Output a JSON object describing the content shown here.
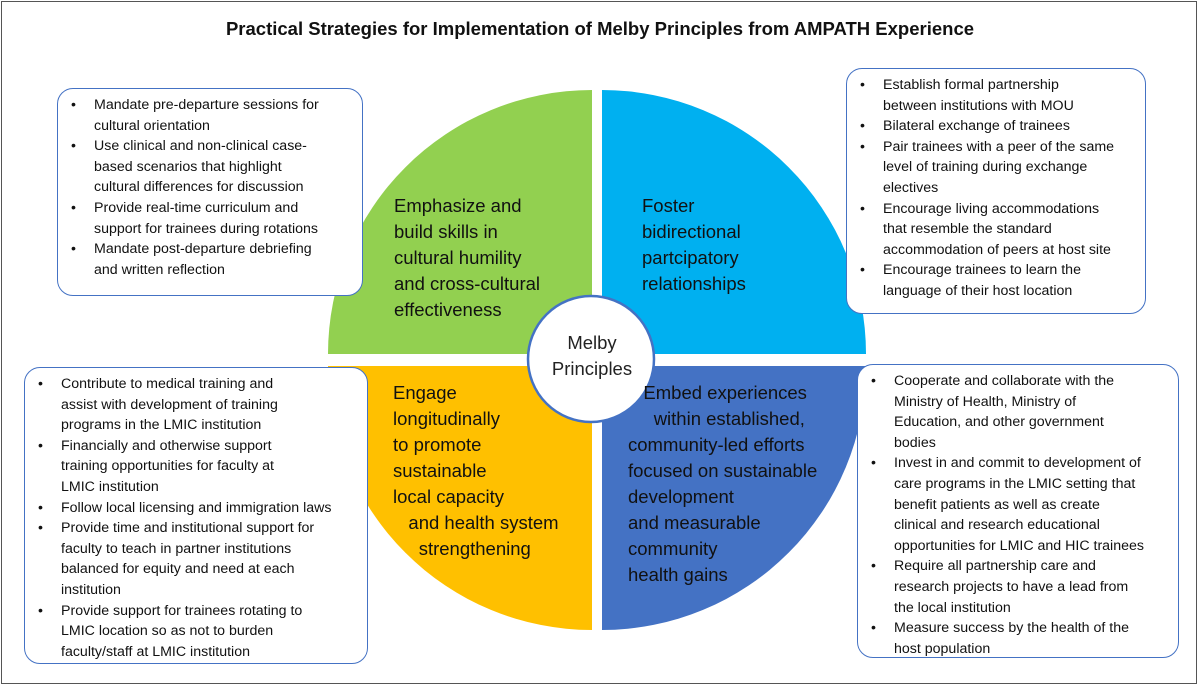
{
  "title": "Practical Strategies for Implementation of Melby Principles from AMPATH Experience",
  "center": "Melby\nPrinciples",
  "colors": {
    "green": "#92d050",
    "blue": "#00b0f0",
    "yellow": "#ffc000",
    "dark_blue": "#4472c4",
    "box_border": "#4472c4"
  },
  "quadrants": {
    "top_left": "Emphasize and\nbuild skills in\ncultural humility\nand cross-cultural\neffectiveness",
    "top_right": "Foster\nbidirectional\npartcipatory\nrelationships",
    "bottom_left": "Engage\nlongitudinally\nto promote\nsustainable\nlocal capacity\n   and health system\n     strengthening",
    "bottom_right": "   Embed experiences\n     within established,\ncommunity-led efforts\nfocused on sustainable\ndevelopment\nand measurable\ncommunity\nhealth gains"
  },
  "boxes": {
    "top_left": [
      "Mandate pre-departure sessions for\ncultural orientation",
      "Use clinical and non-clinical case-\nbased scenarios that highlight\ncultural differences for discussion",
      "Provide real-time curriculum and\nsupport for trainees during rotations",
      "Mandate post-departure debriefing\nand written reflection"
    ],
    "top_right": [
      "Establish formal partnership\nbetween institutions with MOU",
      "Bilateral exchange of trainees",
      "Pair trainees with a peer of the same\nlevel of training during exchange\nelectives",
      "Encourage living accommodations\nthat resemble the standard\naccommodation of peers at host site",
      "Encourage trainees to learn the\nlanguage of their host location"
    ],
    "bottom_left": [
      "Contribute to medical training and\nassist with development of training\nprograms in the LMIC institution",
      "Financially and otherwise support\ntraining opportunities for faculty at\nLMIC institution",
      "Follow local licensing and immigration laws",
      "Provide time and institutional support for\nfaculty to teach in partner institutions\nbalanced for equity and need at each\ninstitution",
      "Provide support for trainees rotating to\nLMIC location so as not to burden\nfaculty/staff at LMIC institution"
    ],
    "bottom_right": [
      "Cooperate and collaborate with the\nMinistry of Health, Ministry of\nEducation, and other government\nbodies",
      "Invest in and commit to development of\ncare programs in the LMIC setting that\nbenefit patients as well as create\nclinical and research educational\nopportunities for LMIC and HIC trainees",
      "Require all partnership care and\nresearch projects to have a lead from\nthe local institution",
      "Measure success by the health of the\nhost population"
    ]
  }
}
